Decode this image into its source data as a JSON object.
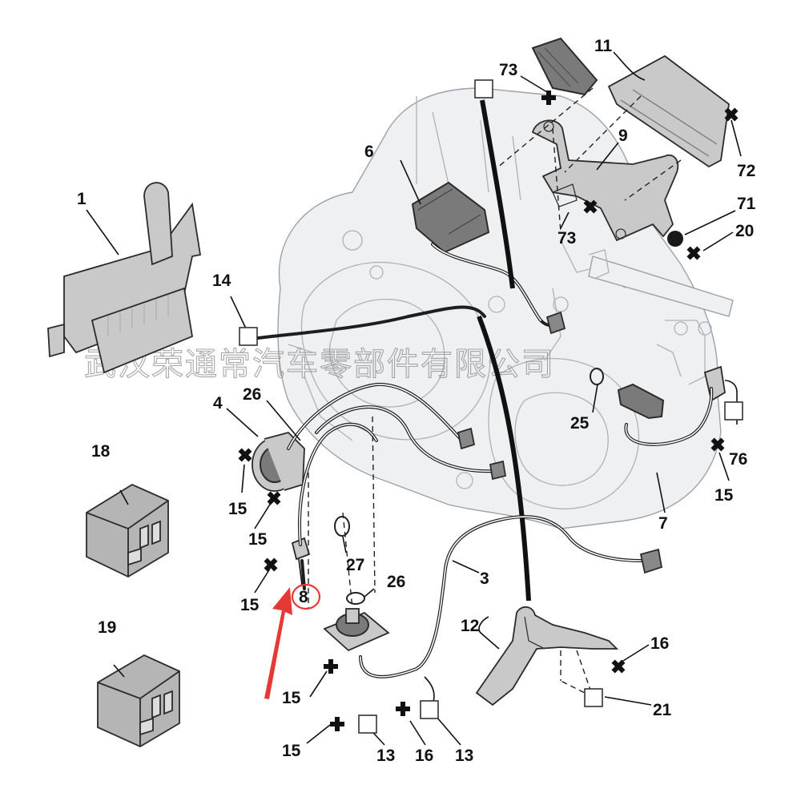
{
  "watermark": "武汉荣通常汽车零部件有限公司",
  "labels": {
    "p1": "1",
    "p3": "3",
    "p4": "4",
    "p6": "6",
    "p7": "7",
    "p8": "8",
    "p9": "9",
    "p11": "11",
    "p12": "12",
    "p13a": "13",
    "p13b": "13",
    "p14": "14",
    "p15a": "15",
    "p15b": "15",
    "p15c": "15",
    "p15d": "15",
    "p15e": "15",
    "p15f": "15",
    "p16a": "16",
    "p16b": "16",
    "p18": "18",
    "p19": "19",
    "p20": "20",
    "p21": "21",
    "p25": "25",
    "p26a": "26",
    "p26b": "26",
    "p27": "27",
    "p71": "71",
    "p72": "72",
    "p73a": "73",
    "p73b": "73",
    "p76": "76"
  },
  "colors": {
    "highlight": "#e53935",
    "line": "#111111",
    "housing": "#eef0f2"
  },
  "icons": {
    "fastener": "plus-cross-icon",
    "reference": "square-box-icon"
  }
}
